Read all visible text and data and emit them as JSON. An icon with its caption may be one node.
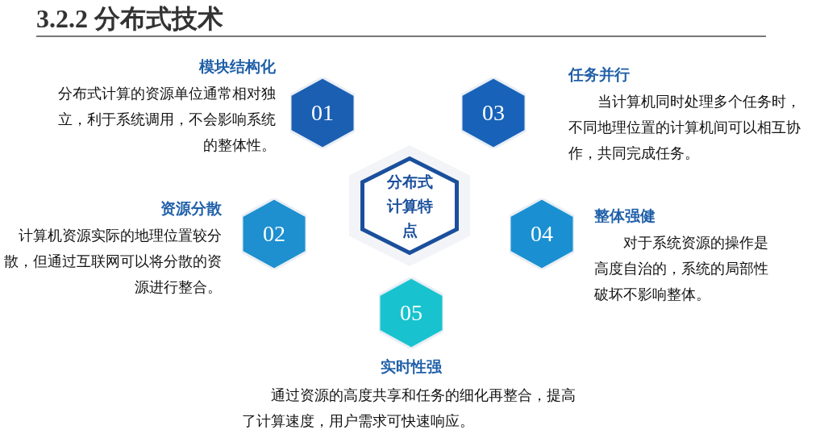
{
  "diagram": {
    "title": "3.2.2 分布式技术",
    "nodes": [
      {
        "text": [
          "分布式计算特点"
        ]
      },
      {
        "text": [
          "01"
        ],
        "beside": [
          "模块结构化",
          "分布式计算的资源单位通常相对独立，利于系统调用，不会影响系统的整体性。"
        ]
      },
      {
        "text": [
          "03"
        ],
        "beside": [
          "任务并行",
          "当计算机同时处理多个任务时，不同地理位置的计算机间可以相互协作，共同完成任务。"
        ]
      },
      {
        "text": [
          "02"
        ],
        "beside": [
          "资源分散",
          "计算机资源实际的地理位置较分散，但通过互联网可以将分散的资源进行整合。"
        ]
      },
      {
        "text": [
          "04"
        ],
        "beside": [
          "整体强健",
          "对于系统资源的操作是高度自治的，系统的局部性破坏不影响整体。"
        ]
      },
      {
        "text": [
          "05"
        ],
        "beside": [
          "实时性强",
          "通过资源的高度共享和任务的细化再整合，提高了计算速度，用户需求可快速响应。"
        ]
      }
    ]
  }
}
